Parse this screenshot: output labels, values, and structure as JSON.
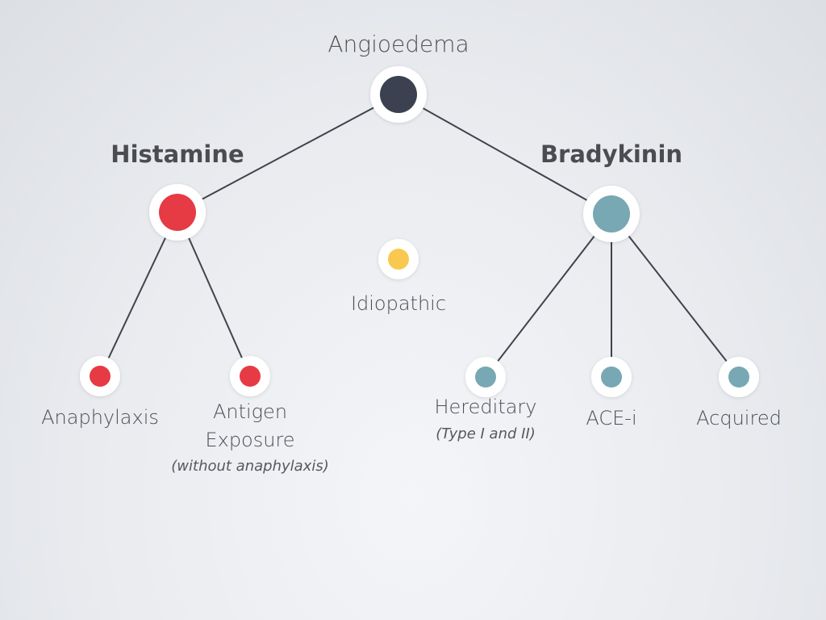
{
  "diagram": {
    "root": {
      "label": "Angioedema",
      "color": "#3b4150"
    },
    "histamine": {
      "label": "Histamine",
      "color": "#e63a44"
    },
    "bradykinin": {
      "label": "Bradykinin",
      "color": "#77a8b3"
    },
    "idiopathic": {
      "label": "Idiopathic",
      "color": "#f9c84f"
    },
    "leaves": {
      "anaphylaxis": {
        "label": "Anaphylaxis"
      },
      "antigen": {
        "label_line1": "Antigen",
        "label_line2": "Exposure",
        "note": "(without anaphylaxis)"
      },
      "hereditary": {
        "label": "Hereditary",
        "note": "(Type I and II)"
      },
      "acei": {
        "label": "ACE-i"
      },
      "acquired": {
        "label": "Acquired"
      }
    },
    "line_color": "#3f434c"
  }
}
